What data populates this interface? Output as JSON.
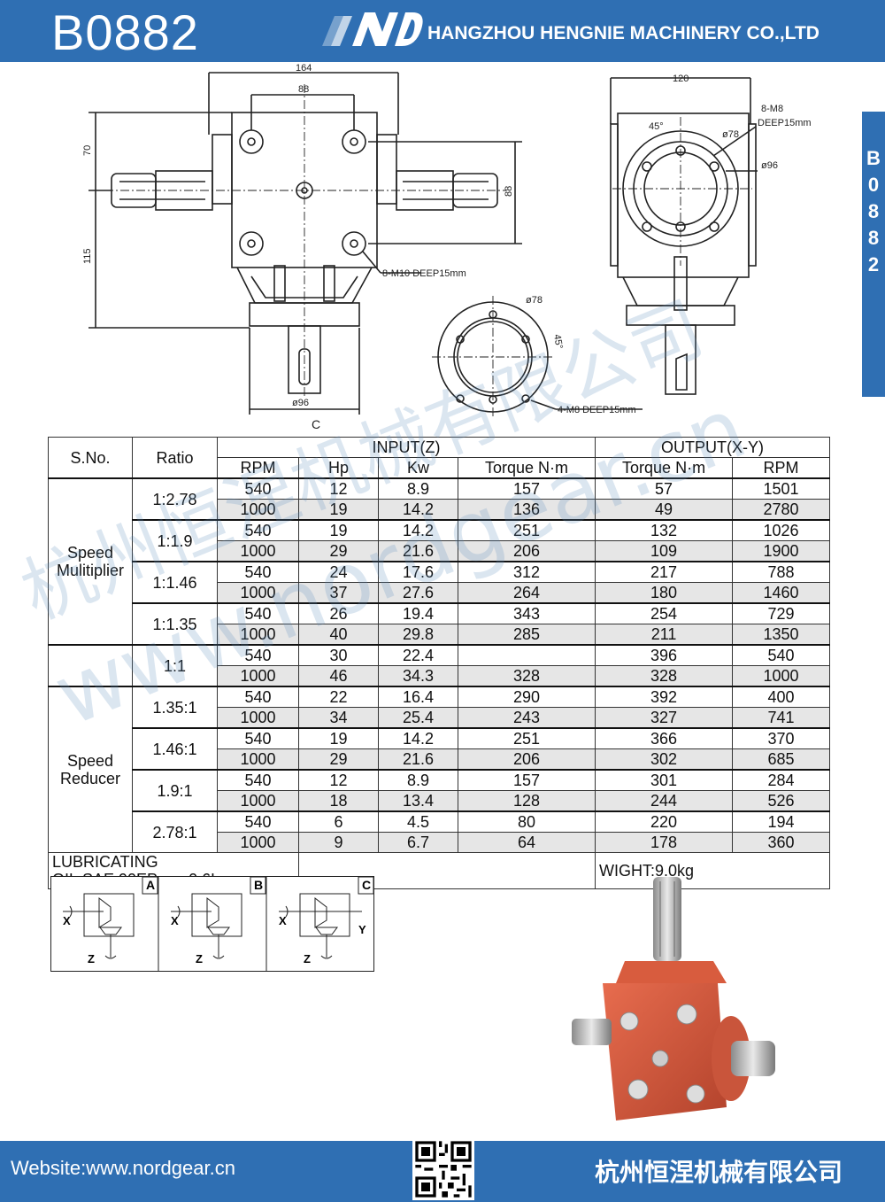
{
  "header": {
    "model": "B0882",
    "company": "HANGZHOU HENGNIE MACHINERY CO.,LTD",
    "brand_color": "#2f6fb3"
  },
  "side_tab": {
    "letters": [
      "B",
      "0",
      "8",
      "8",
      "2"
    ]
  },
  "drawing": {
    "dim_164": "164",
    "dim_88_top": "88",
    "dim_70": "70",
    "dim_115": "115",
    "dim_88_side": "88",
    "hole_note": "8-M10 DEEP15mm",
    "dim_96_bottom": "ø96",
    "label_c": "C",
    "dim_120": "120",
    "right_note_1": "8-M8",
    "right_note_2": "DEEP15mm",
    "dim_78_right": "ø78",
    "dim_96_right": "ø96",
    "angle_45_right": "45°",
    "dim_78_flange": "ø78",
    "angle_45_flange": "45°",
    "flange_note": "4-M8 DEEP15mm"
  },
  "table": {
    "col_sno": "S.No.",
    "col_ratio": "Ratio",
    "group_input": "INPUT(Z)",
    "group_output": "OUTPUT(X-Y)",
    "sub_rpm": "RPM",
    "sub_hp": "Hp",
    "sub_kw": "Kw",
    "sub_torque_in": "Torque N·m",
    "sub_torque_out": "Torque N·m",
    "sub_rpm_out": "RPM",
    "groups": [
      {
        "name_line1": "Speed",
        "name_line2": "Mulitiplier",
        "ratios": [
          {
            "ratio": "1:2.78",
            "rows": [
              [
                "540",
                "12",
                "8.9",
                "157",
                "57",
                "1501"
              ],
              [
                "1000",
                "19",
                "14.2",
                "136",
                "49",
                "2780"
              ]
            ]
          },
          {
            "ratio": "1:1.9",
            "rows": [
              [
                "540",
                "19",
                "14.2",
                "251",
                "132",
                "1026"
              ],
              [
                "1000",
                "29",
                "21.6",
                "206",
                "109",
                "1900"
              ]
            ]
          },
          {
            "ratio": "1:1.46",
            "rows": [
              [
                "540",
                "24",
                "17.6",
                "312",
                "217",
                "788"
              ],
              [
                "1000",
                "37",
                "27.6",
                "264",
                "180",
                "1460"
              ]
            ]
          },
          {
            "ratio": "1:1.35",
            "rows": [
              [
                "540",
                "26",
                "19.4",
                "343",
                "254",
                "729"
              ],
              [
                "1000",
                "40",
                "29.8",
                "285",
                "211",
                "1350"
              ]
            ]
          }
        ]
      },
      {
        "name_line1": "",
        "name_line2": "",
        "ratios": [
          {
            "ratio": "1:1",
            "rows": [
              [
                "540",
                "30",
                "22.4",
                "",
                "396",
                "540"
              ],
              [
                "1000",
                "46",
                "34.3",
                "328",
                "328",
                "1000"
              ]
            ]
          }
        ]
      },
      {
        "name_line1": "Speed",
        "name_line2": "Reducer",
        "ratios": [
          {
            "ratio": "1.35:1",
            "rows": [
              [
                "540",
                "22",
                "16.4",
                "290",
                "392",
                "400"
              ],
              [
                "1000",
                "34",
                "25.4",
                "243",
                "327",
                "741"
              ]
            ]
          },
          {
            "ratio": "1.46:1",
            "rows": [
              [
                "540",
                "19",
                "14.2",
                "251",
                "366",
                "370"
              ],
              [
                "1000",
                "29",
                "21.6",
                "206",
                "302",
                "685"
              ]
            ]
          },
          {
            "ratio": "1.9:1",
            "rows": [
              [
                "540",
                "12",
                "8.9",
                "157",
                "301",
                "284"
              ],
              [
                "1000",
                "18",
                "13.4",
                "128",
                "244",
                "526"
              ]
            ]
          },
          {
            "ratio": "2.78:1",
            "rows": [
              [
                "540",
                "6",
                "4.5",
                "80",
                "220",
                "194"
              ],
              [
                "1000",
                "9",
                "6.7",
                "64",
                "178",
                "360"
              ]
            ]
          }
        ]
      }
    ],
    "footer_oil": "LUBRICATING OIL:SAE.90EP",
    "footer_qty": "0.6L",
    "footer_weight": "WIGHT:9.0kg"
  },
  "diagrams": [
    {
      "tag": "A",
      "left": "X",
      "right": "",
      "bottom": "Z"
    },
    {
      "tag": "B",
      "left": "X",
      "right": "",
      "bottom": "Z"
    },
    {
      "tag": "C",
      "left": "X",
      "right": "Y",
      "bottom": "Z"
    }
  ],
  "watermark": {
    "cn": "杭州恒涅机械有限公司",
    "url": "www.nordgear.cn"
  },
  "footer": {
    "website": "Website:www.nordgear.cn",
    "company_cn": "杭州恒涅机械有限公司"
  }
}
